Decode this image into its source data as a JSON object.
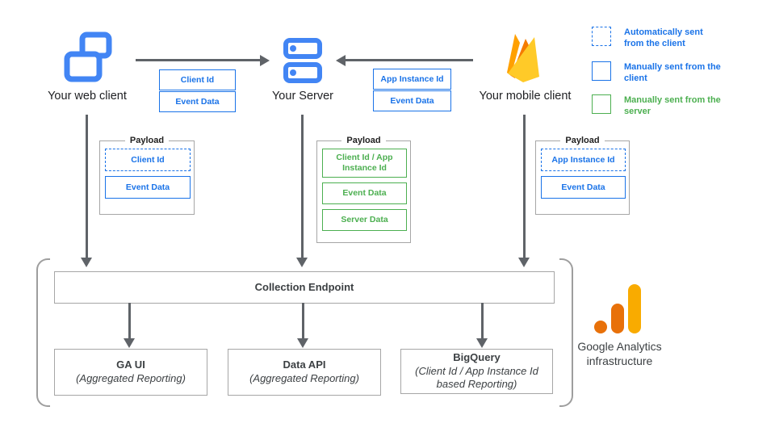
{
  "clients": {
    "web": {
      "label": "Your web client"
    },
    "server": {
      "label": "Your Server"
    },
    "mobile": {
      "label": "Your mobile client"
    }
  },
  "edge_labels": {
    "web_to_server": [
      "Client Id",
      "Event Data"
    ],
    "mobile_to_server": [
      "App Instance Id",
      "Event Data"
    ]
  },
  "legend": {
    "items": [
      {
        "swatch": "dashed-blue",
        "text": "Automatically sent from the client"
      },
      {
        "swatch": "solid-blue",
        "text": "Manually sent from the client"
      },
      {
        "swatch": "solid-green",
        "text": "Manually sent from the server"
      }
    ]
  },
  "payloads": [
    {
      "title": "Payload",
      "items": [
        {
          "label": "Client Id",
          "style": "dashed-blue"
        },
        {
          "label": "Event Data",
          "style": "solid-blue"
        }
      ]
    },
    {
      "title": "Payload",
      "items": [
        {
          "label": "Client Id / App Instance Id",
          "style": "solid-green"
        },
        {
          "label": "Event Data",
          "style": "solid-green"
        },
        {
          "label": "Server Data",
          "style": "solid-green"
        }
      ]
    },
    {
      "title": "Payload",
      "items": [
        {
          "label": "App Instance Id",
          "style": "dashed-blue"
        },
        {
          "label": "Event Data",
          "style": "solid-blue"
        }
      ]
    }
  ],
  "infrastructure": {
    "endpoint_label": "Collection Endpoint",
    "outputs": [
      {
        "title": "GA UI",
        "subtitle": "(Aggregated Reporting)"
      },
      {
        "title": "Data API",
        "subtitle": "(Aggregated Reporting)"
      },
      {
        "title": "BigQuery",
        "subtitle": "(Client Id / App Instance Id based Reporting)"
      }
    ],
    "caption": "Google Analytics infrastructure"
  },
  "icons": {
    "web_client": "overlapping-windows-icon",
    "server": "server-stack-icon",
    "mobile_client": "firebase-flame-icon",
    "analytics": "google-analytics-logo-icon"
  },
  "colors": {
    "blue": "#1a73e8",
    "icon_blue": "#4285f4",
    "green": "#4caf50",
    "arrow_gray": "#5f6368",
    "box_border_gray": "#a6a6a6",
    "firebase_yellow": "#FFCA28",
    "firebase_orange": "#FFA000",
    "firebase_orange_dark": "#F57C00",
    "ga_orange": "#E8710A",
    "ga_amber": "#F9AB00"
  }
}
